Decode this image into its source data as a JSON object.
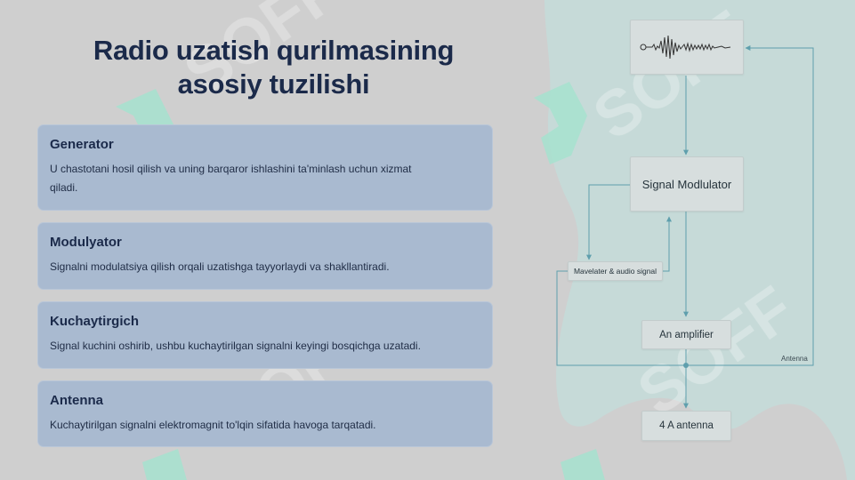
{
  "slide": {
    "title_line1": "Radio uzatish qurilmasining",
    "title_line2": "asosiy tuzilishi",
    "cards": [
      {
        "title": "Generator",
        "desc_line1": "U chastotani hosil qilish va uning barqaror ishlashini ta'minlash uchun xizmat",
        "desc_line2": "qiladi."
      },
      {
        "title": "Modulyator",
        "desc_line1": "Signalni modulatsiya qilish orqali uzatishga tayyorlaydi va shakllantiradi.",
        "desc_line2": ""
      },
      {
        "title": "Kuchaytirgich",
        "desc_line1": "Signal kuchini oshirib, ushbu kuchaytirilgan signalni keyingi bosqichga uzatadi.",
        "desc_line2": ""
      },
      {
        "title": "Antenna",
        "desc_line1": "Kuchaytirilgan signalni elektromagnit to'lqin sifatida havoga tarqatadi.",
        "desc_line2": ""
      }
    ]
  },
  "diagram": {
    "signal_modulator": "Signal Modlulator",
    "side_box": "Mavelater & audio signal",
    "amplifier": "An amplifier",
    "antenna_box": "4 A antenna",
    "antenna_label": "Antenna"
  },
  "watermark": {
    "text": "SOFF"
  },
  "colors": {
    "background": "#cfcfcf",
    "card_bg": "#a9bad0",
    "title": "#1b2a4a",
    "arrow": "#5f9fad",
    "blob": "#c6dad8",
    "watermark_icon": "#a6e2cf"
  }
}
